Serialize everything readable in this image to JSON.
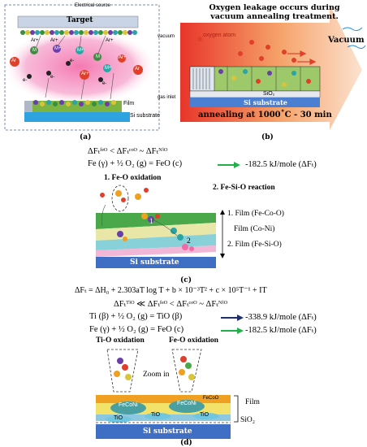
{
  "panel_a": {
    "electrical_source": "Electrical source",
    "target": "Target",
    "vacuum": "vacuum",
    "gas_inlet": "gas inlet",
    "film": "Film",
    "si_substrate": "Si substrate",
    "label": "(a)",
    "ar": "Ar",
    "ar_plus": "Ar+",
    "m": "M",
    "m_plus": "M+",
    "e": "e-"
  },
  "panel_b": {
    "title_line1": "Oxygen leakage occurs during",
    "title_line2": "vacuum annealing treatment.",
    "oxygen_atom": "oxygen atom",
    "vacuum": "Vacuum",
    "sio2": "SiO₂",
    "si_substrate": "Si substrate",
    "annealing": "annealing at 1000˚C - 30 min",
    "label": "(b)"
  },
  "panel_c": {
    "eq1": "ΔFₜᶠᵉᴼ < ΔFₜᶜᵒᴼ ~ ΔFₜᴺⁱᴼ",
    "eq2": "Fe (γ) + ½ O₂ (g) = FeO (c)",
    "eq2_value": "-182.5 kJ/mole (ΔFₜ)",
    "step1": "1. Fe-O oxidation",
    "step2": "2. Fe-Si-O reaction",
    "film1": "1. Film (Fe-Co-O)",
    "film_mid": "Film (Co-Ni)",
    "film2": "2. Film (Fe-Si-O)",
    "mark1": "1",
    "mark2": "2",
    "si_substrate": "Si substrate",
    "label": "(c)"
  },
  "panel_d": {
    "eq1": "ΔFₜ = ΔH₀ + 2.303aT log T + b × 10⁻³T² + c × 10⁵T⁻¹ + IT",
    "eq2": "ΔFₜᵀⁱᴼ ≪ ΔFₜᶠᵉᴼ < ΔFₜᶜᵒᴼ ~ ΔFₜᴺⁱᴼ",
    "eq3": "Ti (β) + ½ O₂ (g) = TiO (β)",
    "eq3_value": "-338.9 kJ/mole (ΔFₜ)",
    "eq4": "Fe (γ) + ½ O₂ (g) = FeO (c)",
    "eq4_value": "-182.5 kJ/mole (ΔFₜ)",
    "ti_o": "Ti-O oxidation",
    "fe_o": "Fe-O oxidation",
    "zoom_in": "Zoom in",
    "feconi": "FeCoNi",
    "tio": "TiO",
    "feco": "FeCoO",
    "film": "Film",
    "sio2": "SiO₂",
    "si_substrate": "Si substrate",
    "label": "(d)"
  },
  "colors": {
    "green_arrow": "#22b04b",
    "navy_arrow": "#1f2f6e",
    "substrate_blue": "#3f6fc4",
    "plasma_pink": "#f06aa8",
    "red_atom": "#e0402a"
  }
}
